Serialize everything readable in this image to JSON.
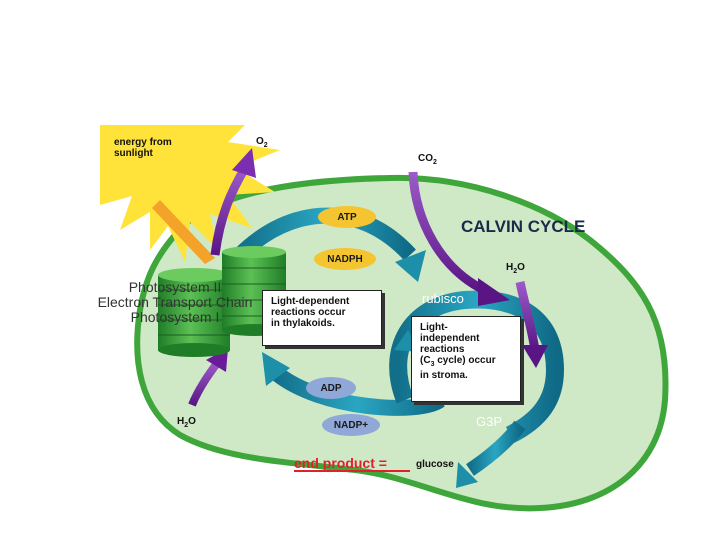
{
  "labels": {
    "energy_from_sunlight": "energy from\nsunlight",
    "o2": "O",
    "o2_sub": "2",
    "co2": "CO",
    "co2_sub": "2",
    "h2o_top": "H",
    "h2o_top_sub": "2",
    "h2o_top_end": "O",
    "h2o_bottom": "H",
    "h2o_bottom_sub": "2",
    "h2o_bottom_end": "O",
    "calvin_cycle": "CALVIN CYCLE",
    "rubisco": "rubisco",
    "g3p": "G3P",
    "photosystem_ii": "Photosystem II",
    "electron_transport_chain": "Electron Transport Chain",
    "photosystem_i": "Photosystem I",
    "atp": "ATP",
    "nadph": "NADPH",
    "adp": "ADP",
    "nadp": "NADP+",
    "light_dependent": "Light-dependent\nreactions occur\nin thylakoids.",
    "light_independent_1": "Light-\nindependent\nreactions\n(C",
    "light_independent_sub": "3",
    "light_independent_2": " cycle) occur\nin stroma.",
    "end_product": "end product =",
    "glucose": "glucose"
  },
  "colors": {
    "chloroplast_fill": "#cfe8c6",
    "chloroplast_border": "#3ea63a",
    "sun": "#ffe33a",
    "purple_arrow": "#6a1b9a",
    "teal_arrow": "#1e8fa8",
    "yellow_pill": "#f5c431",
    "blue_pill": "#8fa8d8",
    "thylakoid": "#2f9a36"
  }
}
